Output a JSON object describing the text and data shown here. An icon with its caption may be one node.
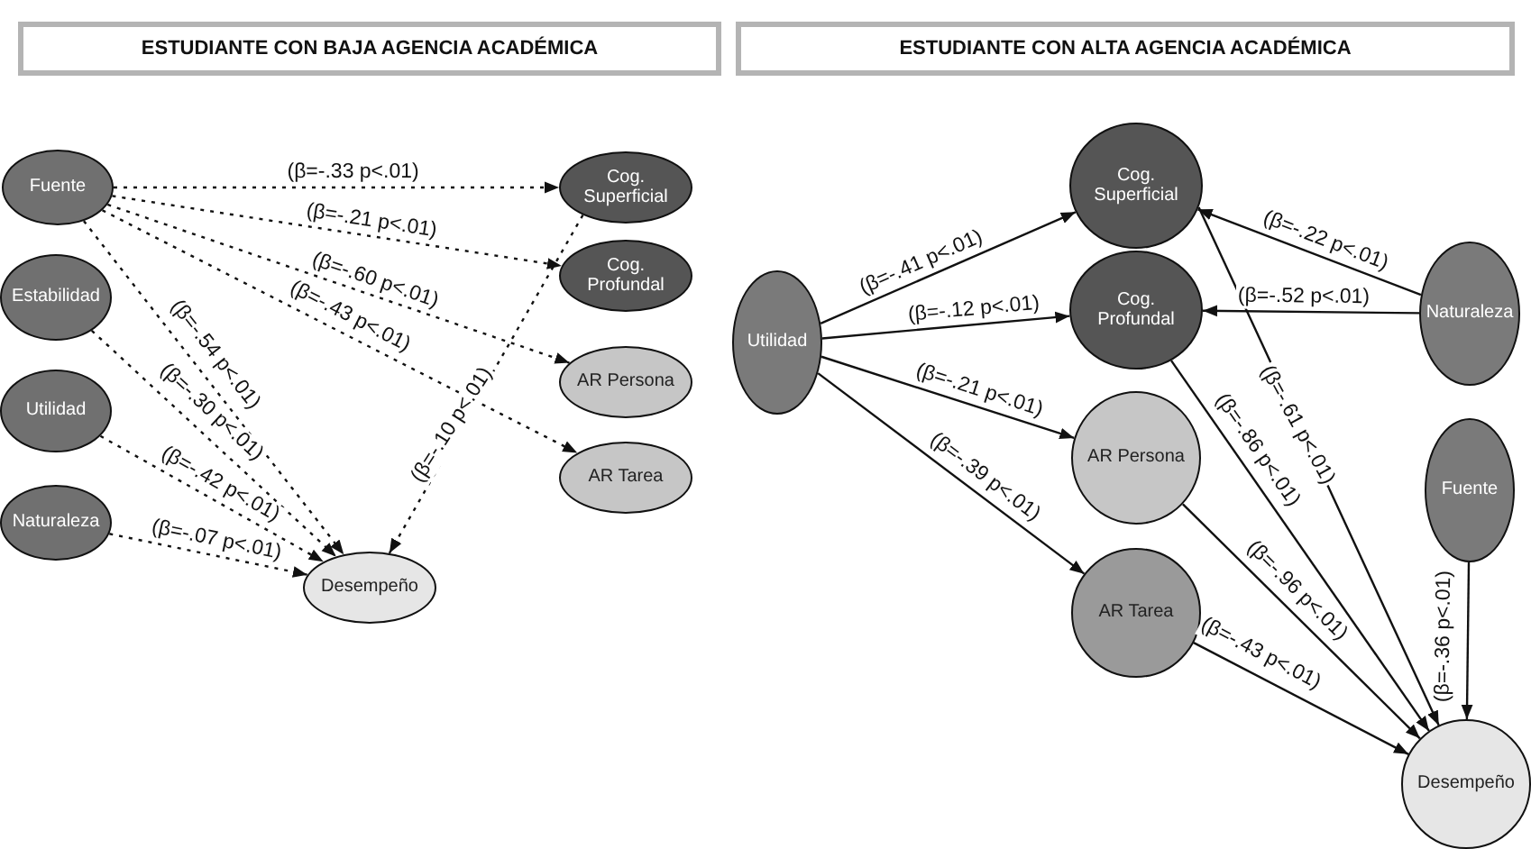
{
  "diagram": {
    "nodes": [
      {
        "text": [
          "ESTUDIANTE CON BAJA AGENCIA ACADÉMICA"
        ]
      },
      {
        "text": [
          "Fuente"
        ]
      },
      {
        "text": [
          "Estabilidad"
        ]
      },
      {
        "text": [
          "Utilidad"
        ]
      },
      {
        "text": [
          "Naturaleza"
        ]
      },
      {
        "text": [
          "Cog. Superficial"
        ]
      },
      {
        "text": [
          "Cog. Profundal"
        ]
      },
      {
        "text": [
          "AR Persona"
        ]
      },
      {
        "text": [
          "AR Tarea"
        ]
      },
      {
        "text": [
          "Desempeño"
        ]
      },
      {
        "text": [
          "ESTUDIANTE CON ALTA AGENCIA ACADÉMICA"
        ]
      },
      {
        "text": [
          "Utilidad"
        ]
      },
      {
        "text": [
          "Cog. Superficial"
        ]
      },
      {
        "text": [
          "Cog. Profundal"
        ]
      },
      {
        "text": [
          "AR Persona"
        ]
      },
      {
        "text": [
          "AR Tarea"
        ]
      },
      {
        "text": [
          "Naturaleza"
        ]
      },
      {
        "text": [
          "Fuente"
        ]
      },
      {
        "text": [
          "Desempeño"
        ]
      }
    ],
    "edges": [
      {
        "from": 1,
        "to": 5,
        "arrow": "to",
        "label": "(β=-.33 p<.01)",
        "style": "dashed"
      },
      {
        "from": 1,
        "to": 6,
        "arrow": "to",
        "label": "(β=-.21 p<.01)",
        "style": "dashed"
      },
      {
        "from": 1,
        "to": 7,
        "arrow": "to",
        "label": "(β=-.60 p<.01)",
        "style": "dashed"
      },
      {
        "from": 1,
        "to": 8,
        "arrow": "to",
        "label": "(β=-.43 p<.01)",
        "style": "dashed"
      },
      {
        "from": 1,
        "to": 9,
        "arrow": "to",
        "label": "(β=-.54 p<.01)",
        "style": "dashed"
      },
      {
        "from": 2,
        "to": 9,
        "arrow": "to",
        "label": "(β=-.30 p<.01)",
        "style": "dashed"
      },
      {
        "from": 3,
        "to": 9,
        "arrow": "to",
        "label": "(β=-.42 p<.01)",
        "style": "dashed"
      },
      {
        "from": 4,
        "to": 9,
        "arrow": "to",
        "label": "(β=-.07 p<.01)",
        "style": "dashed"
      },
      {
        "from": 5,
        "to": 9,
        "arrow": "to",
        "label": "(β=-.10 p<.01)",
        "style": "dashed"
      },
      {
        "from": 11,
        "to": 12,
        "arrow": "to",
        "label": "(β=-.41 p<.01)"
      },
      {
        "from": 11,
        "to": 13,
        "arrow": "to",
        "label": "(β=-.12 p<.01)"
      },
      {
        "from": 11,
        "to": 14,
        "arrow": "to",
        "label": "(β=-.21 p<.01)"
      },
      {
        "from": 11,
        "to": 15,
        "arrow": "to",
        "label": "(β=-.39 p<.01)"
      },
      {
        "from": 16,
        "to": 12,
        "arrow": "to",
        "label": "(β=-.22 p<.01)"
      },
      {
        "from": 16,
        "to": 13,
        "arrow": "to",
        "label": "(β=-.52 p<.01)"
      },
      {
        "from": 12,
        "to": 18,
        "arrow": "to",
        "label": "(β=-.61 p<.01)"
      },
      {
        "from": 13,
        "to": 18,
        "arrow": "to",
        "label": "(β=-.86 p<.01)"
      },
      {
        "from": 14,
        "to": 18,
        "arrow": "to",
        "label": "(β=-.96 p<.01)"
      },
      {
        "from": 15,
        "to": 18,
        "arrow": "to",
        "label": "(β=-.43 p<.01)"
      },
      {
        "from": 17,
        "to": 18,
        "arrow": "to",
        "label": "(β=-.36 p<.01)"
      }
    ]
  }
}
